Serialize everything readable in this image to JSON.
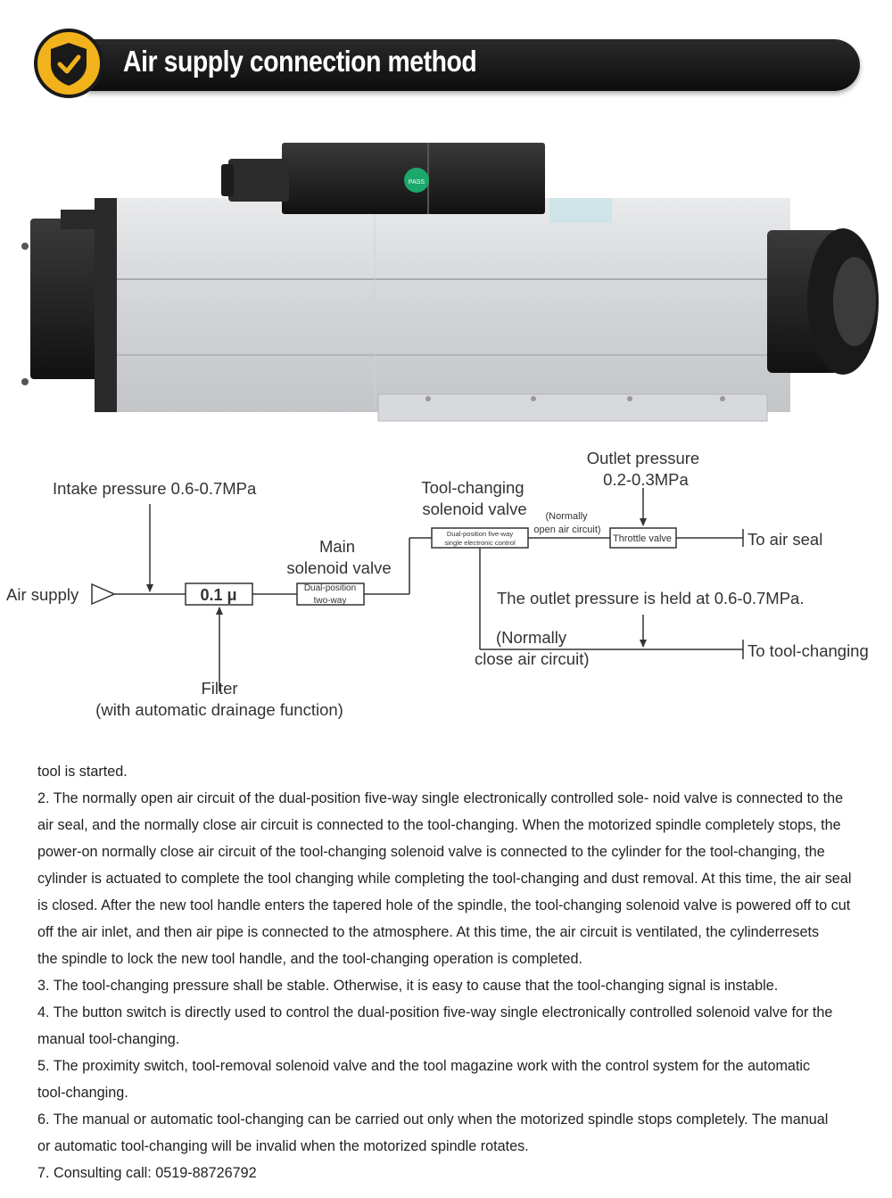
{
  "header": {
    "title": "Air supply connection method",
    "icon": "shield-check-icon",
    "accent_color": "#f1b21b"
  },
  "photo": {
    "label_text": "PASS"
  },
  "diagram": {
    "intake_pressure": "Intake pressure 0.6-0.7MPa",
    "air_supply": "Air supply",
    "filter_value": "0.1 μ",
    "filter_label_1": "Filter",
    "filter_label_2": "(with automatic drainage function)",
    "main_valve_1": "Main",
    "main_valve_2": "solenoid valve",
    "main_valve_box_1": "Dual-position",
    "main_valve_box_2": "two-way",
    "tool_valve_1": "Tool-changing",
    "tool_valve_2": "solenoid valve",
    "tool_valve_box_1": "Dual-position five-way",
    "tool_valve_box_2": "single electronic control",
    "normally_open_1": "(Normally",
    "normally_open_2": "open air circuit)",
    "outlet_pressure_1": "Outlet pressure",
    "outlet_pressure_2": "0.2-0.3MPa",
    "throttle_valve": "Throttle valve",
    "to_air_seal": "To air seal",
    "held_pressure": "The outlet pressure is held at 0.6-0.7MPa.",
    "normally_close_1": "(Normally",
    "normally_close_2": "close air circuit)",
    "to_tool_changing": "To tool-changing"
  },
  "body": {
    "lines": [
      "tool is started.",
      "2. The normally open air circuit of the dual-position five-way single electronically controlled sole- noid valve is connected to the",
      "air seal, and the normally close air circuit is connected to the tool-changing. When the motorized spindle completely stops, the",
      "power-on normally close air circuit of the tool-changing solenoid valve is connected to the cylinder for the tool-changing, the",
      "cylinder is actuated to complete the tool changing while completing the tool-changing and dust removal. At this time, the air seal",
      "is closed. After the new tool handle enters the tapered hole of the spindle, the tool-changing solenoid valve is powered off to cut",
      "off the air inlet, and then air pipe is connected to the atmosphere. At this time, the air circuit is ventilated, the cylinderresets",
      "the spindle to lock the new tool handle, and the tool-changing operation is completed.",
      "3. The tool-changing pressure shall be stable. Otherwise, it is easy to cause that the tool-changing signal is instable.",
      "4. The button switch is directly used to control the dual-position five-way single electronically controlled solenoid valve for the",
      "manual tool-changing.",
      "5. The proximity switch, tool-removal solenoid valve and the tool magazine work with the control system for the automatic",
      "tool-changing.",
      "6. The manual or automatic tool-changing can be carried out only when the motorized spindle stops completely. The manual",
      "or automatic tool-changing will be invalid when the motorized spindle rotates.",
      "7. Consulting call: 0519-88726792"
    ]
  }
}
